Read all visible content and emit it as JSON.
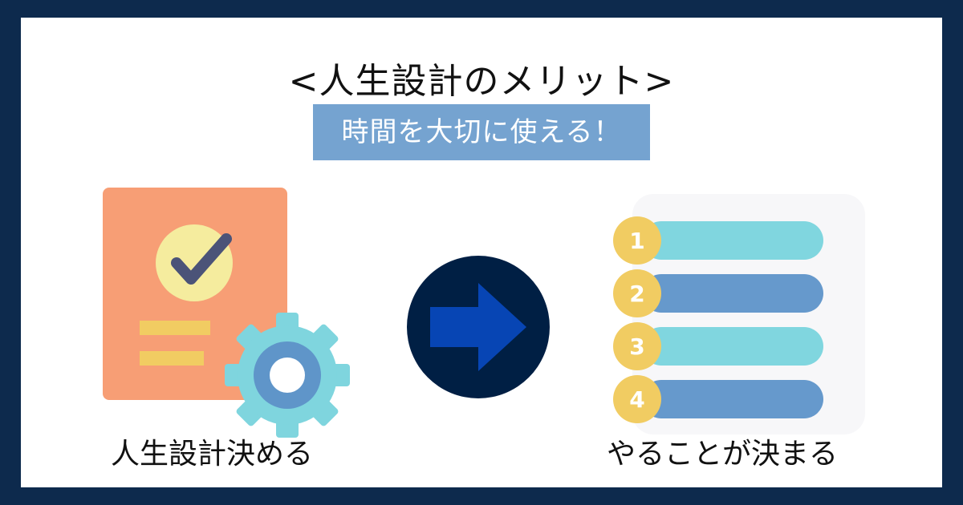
{
  "title": "<人生設計のメリット>",
  "subtitle": "時間を大切に使える！",
  "left_caption": "人生設計決める",
  "right_caption": "やることが決まる",
  "list_numbers": [
    "1",
    "2",
    "3",
    "4"
  ],
  "colors": {
    "background": "#0d2a4d",
    "panel": "#ffffff",
    "subtitle_bg": "#75a3d0",
    "doc": "#f79e75",
    "check_circle": "#f5ec9e",
    "check_mark": "#4b5378",
    "gear": "#7fd5de",
    "gear_ring": "#5f95c9",
    "arrow_circle": "#001f44",
    "arrow": "#0745b4",
    "bar_light": "#80d6df",
    "bar_dark": "#6699cc",
    "badge": "#f1cc62"
  },
  "icons": {
    "left": "document-gear-icon",
    "middle": "arrow-right-icon",
    "right": "numbered-list-icon"
  }
}
